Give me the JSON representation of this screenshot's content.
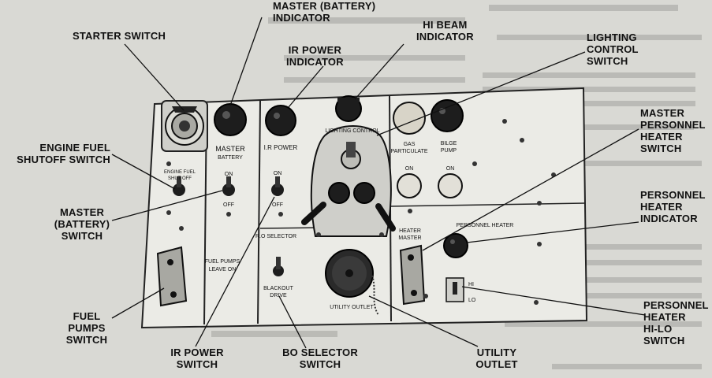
{
  "callouts": {
    "master_battery_indicator": [
      "MASTER (BATTERY)",
      "INDICATOR"
    ],
    "starter_switch": [
      "STARTER SWITCH"
    ],
    "ir_power_indicator": [
      "IR POWER",
      "INDICATOR"
    ],
    "hi_beam_indicator": [
      "HI BEAM",
      "INDICATOR"
    ],
    "lighting_control_switch": [
      "LIGHTING",
      "CONTROL",
      "SWITCH"
    ],
    "master_personnel_heater_switch": [
      "MASTER",
      "PERSONNEL",
      "HEATER",
      "SWITCH"
    ],
    "engine_fuel_shutoff_switch": [
      "ENGINE FUEL",
      "SHUTOFF SWITCH"
    ],
    "personnel_heater_indicator": [
      "PERSONNEL",
      "HEATER",
      "INDICATOR"
    ],
    "master_battery_switch": [
      "MASTER",
      "(BATTERY)",
      "SWITCH"
    ],
    "personnel_heater_hilo_switch": [
      "PERSONNEL",
      "HEATER",
      "HI-LO",
      "SWITCH"
    ],
    "fuel_pumps_switch": [
      "FUEL",
      "PUMPS",
      "SWITCH"
    ],
    "ir_power_switch": [
      "IR POWER",
      "SWITCH"
    ],
    "bo_selector_switch": [
      "BO SELECTOR",
      "SWITCH"
    ],
    "utility_outlet": [
      "UTILITY",
      "OUTLET"
    ]
  },
  "panel_labels": {
    "master": "MASTER",
    "battery": "BATTERY",
    "ir_power": "I.R POWER",
    "lighting_control": "LIGHTING CONTROL",
    "gas_particulate": "GAS",
    "particulate": "PARTICULATE",
    "bilge_pump_1": "BILGE",
    "bilge_pump_2": "PUMP",
    "engine_fuel_shut_off_1": "ENGINE FUEL",
    "engine_fuel_shut_off_2": "SHUT OFF",
    "on": "ON",
    "off": "OFF",
    "ro_selector": "R.O SELECTOR",
    "fuel_pumps": "FUEL PUMPS",
    "leave_on": "LEAVE ON",
    "blackout_1": "BLACKOUT",
    "blackout_2": "DRIVE",
    "heater_master_1": "HEATER",
    "heater_master_2": "MASTER",
    "personnel_heater": "PERSONNEL HEATER",
    "utility_outlet": "UTILITY OUTLET",
    "hi": "HI",
    "lo": "LO"
  },
  "colors": {
    "panel": "#ebebe6",
    "ink": "#111111",
    "lamp": "#1d1d1d",
    "page": "#d9d9d4"
  }
}
